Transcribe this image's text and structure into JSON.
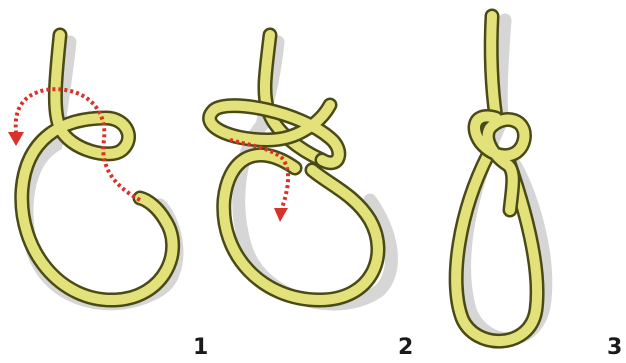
{
  "colors": {
    "rope": "#e3e27a",
    "rope_outline": "#4a4a18",
    "shadow": "#d6d6d6",
    "arrow": "#d8322a"
  },
  "steps": [
    {
      "number": "1"
    },
    {
      "number": "2"
    },
    {
      "number": "3"
    }
  ]
}
